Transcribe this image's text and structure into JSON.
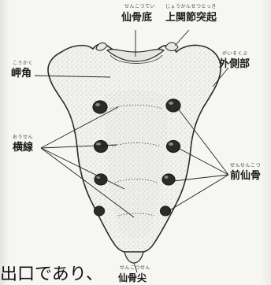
{
  "labels": {
    "sacral_base": {
      "text": "仙骨底",
      "ruby": "せんこつてい"
    },
    "superior_articular_process": {
      "text": "上関節突起",
      "ruby": "じょうかんせつとっき"
    },
    "lateral_part": {
      "text": "外側部",
      "ruby": "がいそくぶ"
    },
    "promontory": {
      "text": "岬角",
      "ruby": "こうかく"
    },
    "transverse_lines": {
      "text": "横線",
      "ruby": "おうせん"
    },
    "anterior_sacral_foramina": {
      "text": "前仙骨",
      "ruby": "ぜんせんこつ"
    },
    "sacral_apex": {
      "text": "仙骨尖",
      "ruby": "せんこつせん"
    }
  },
  "body_text": "出口であり、"
}
